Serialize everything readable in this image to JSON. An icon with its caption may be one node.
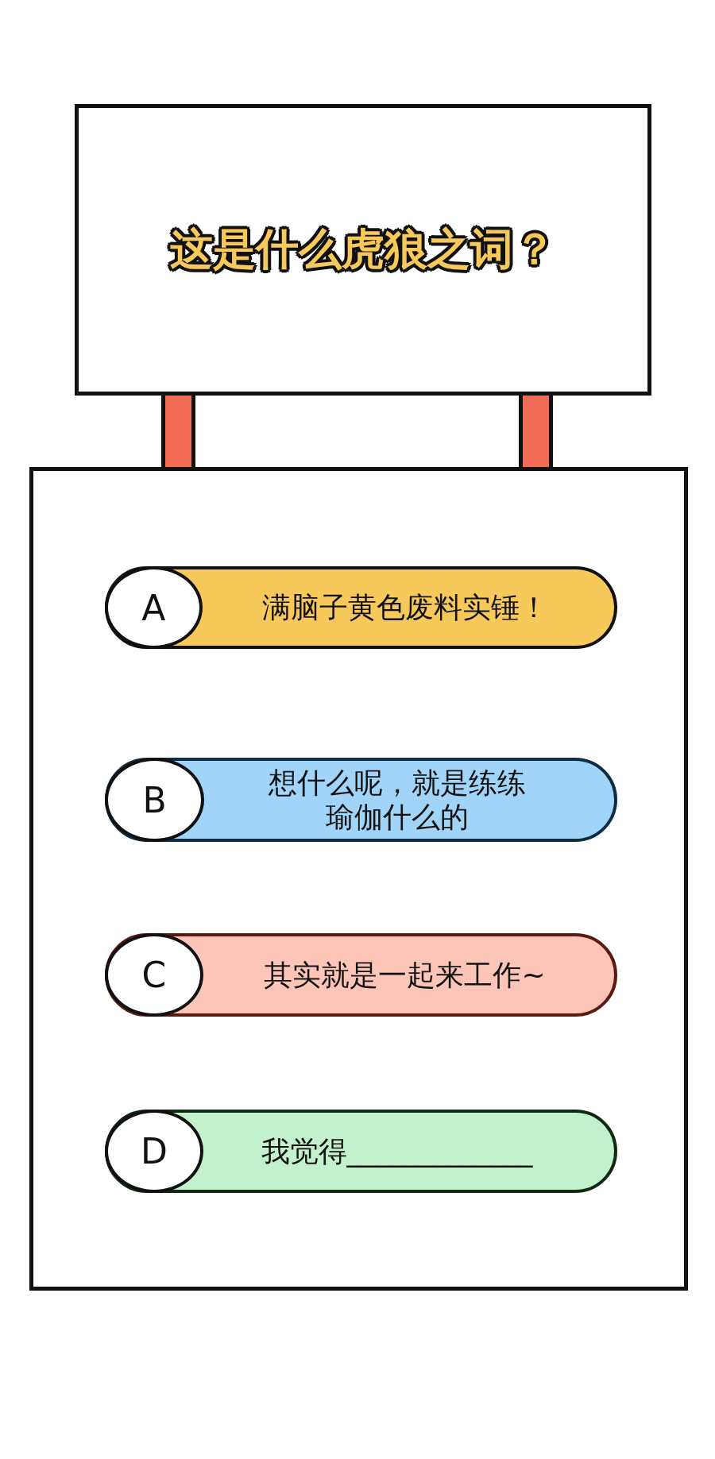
{
  "diagram": {
    "nodes": [
      {
        "text": [
          "这是什么虎狼之词？"
        ]
      },
      {
        "text": [],
        "shape": "bar"
      },
      {
        "text": [],
        "shape": "bar"
      },
      {
        "text": [],
        "shape": "box"
      },
      {
        "text": [
          "A",
          "满脑子黄色废料实锤！"
        ],
        "in": 3
      },
      {
        "text": [
          "B",
          "想什么呢，就是练练瑜伽什么的"
        ],
        "in": 3
      },
      {
        "text": [
          "C",
          "其实就是一起来工作~"
        ],
        "in": 3
      },
      {
        "text": [
          "D",
          "我觉得_____________"
        ],
        "in": 3
      }
    ]
  }
}
